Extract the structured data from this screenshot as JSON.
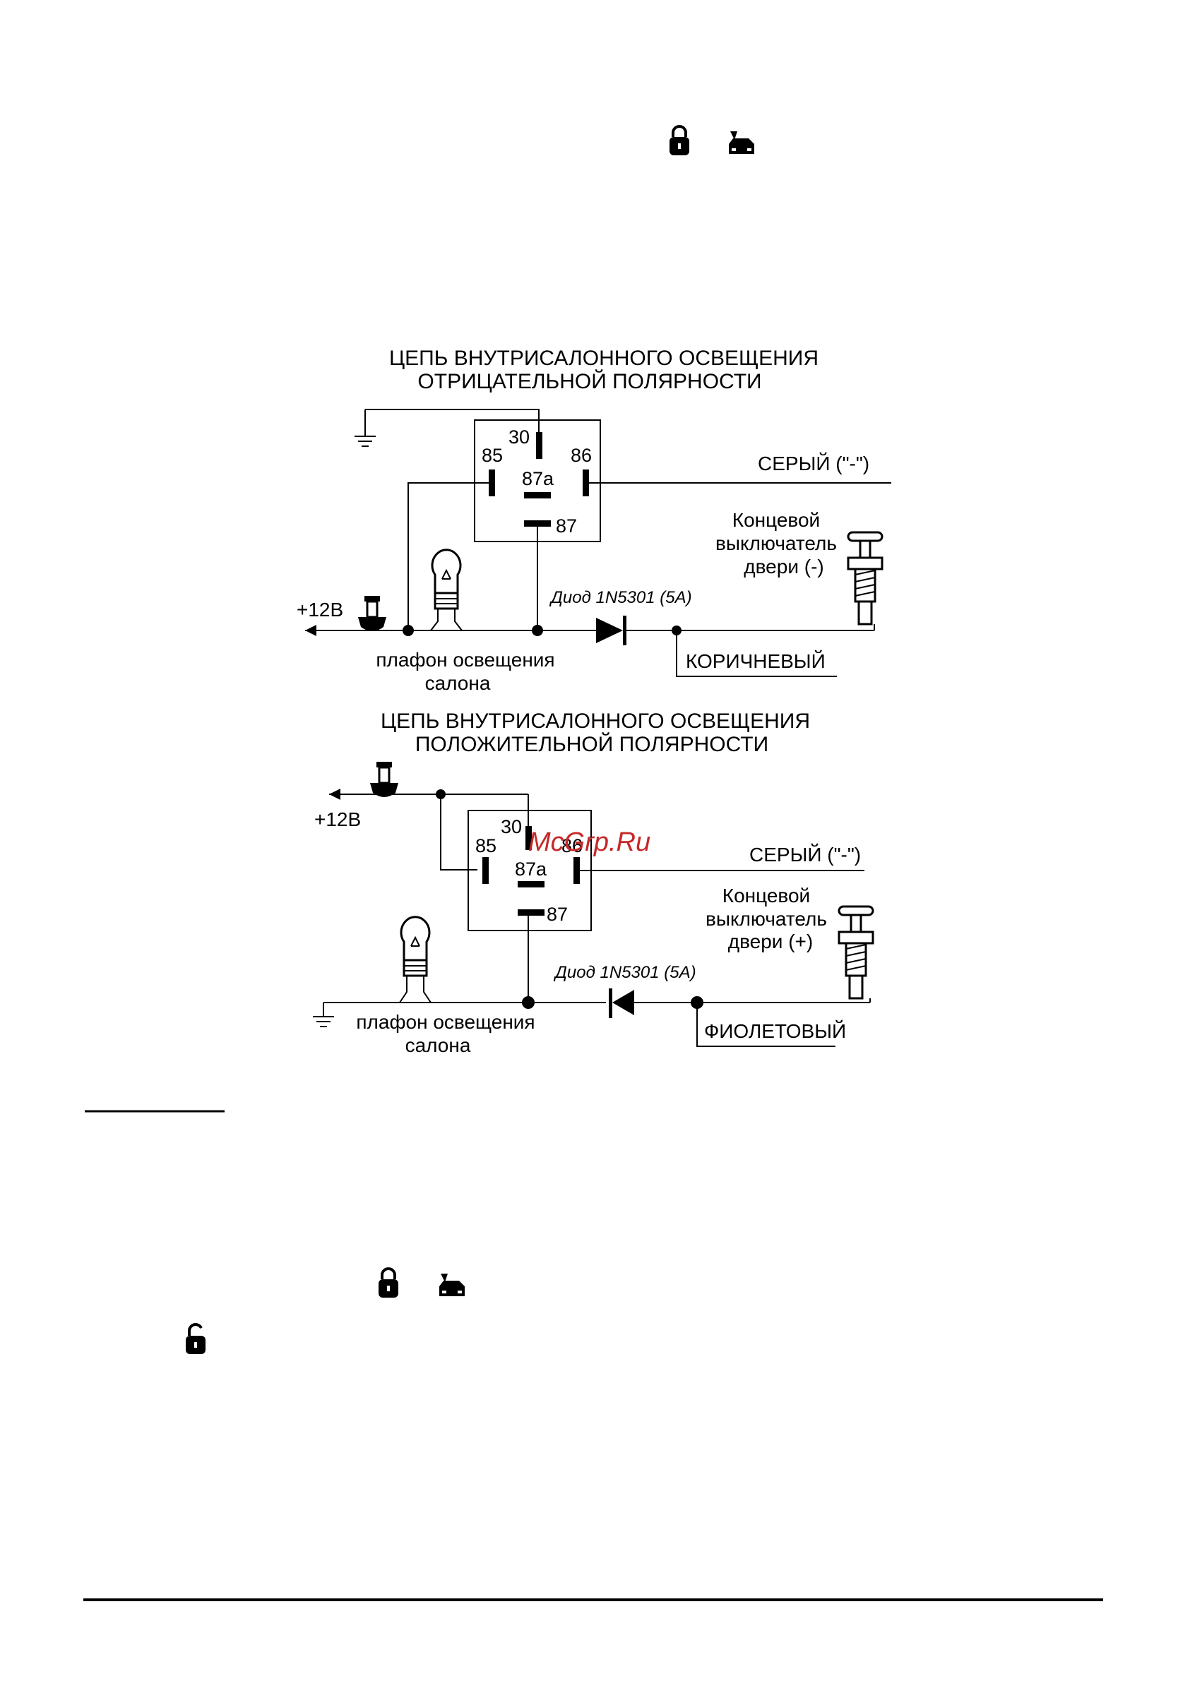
{
  "watermark": "McGrp.Ru",
  "diagram_negative": {
    "title_line1": "ЦЕПЬ ВНУТРИСАЛОННОГО ОСВЕЩЕНИЯ",
    "title_line2": "ОТРИЦАТЕЛЬНОЙ ПОЛЯРНОСТИ",
    "relay_pins": {
      "p30": "30",
      "p85": "85",
      "p86": "86",
      "p87a": "87a",
      "p87": "87"
    },
    "supply_label": "+12В",
    "gray_wire_label": "СЕРЫЙ (\"-\")",
    "door_switch_line1": "Концевой",
    "door_switch_line2": "выключатель",
    "door_switch_line3": "двери (-)",
    "diode_label": "Диод 1N5301 (5A)",
    "lamp_line1": "плафон освещения",
    "lamp_line2": "салона",
    "wire_color_label": "КОРИЧНЕВЫЙ"
  },
  "diagram_positive": {
    "title_line1": "ЦЕПЬ ВНУТРИСАЛОННОГО ОСВЕЩЕНИЯ",
    "title_line2": "ПОЛОЖИТЕЛЬНОЙ ПОЛЯРНОСТИ",
    "relay_pins": {
      "p30": "30",
      "p85": "85",
      "p86": "86",
      "p87a": "87a",
      "p87": "87"
    },
    "supply_label": "+12В",
    "gray_wire_label": "СЕРЫЙ (\"-\")",
    "door_switch_line1": "Концевой",
    "door_switch_line2": "выключатель",
    "door_switch_line3": "двери (+)",
    "diode_label": "Диод 1N5301 (5A)",
    "lamp_line1": "плафон освещения",
    "lamp_line2": "салона",
    "wire_color_label": "ФИОЛЕТОВЫЙ"
  },
  "icons": [
    "lock-closed-icon",
    "car-trunk-icon",
    "lock-open-icon"
  ]
}
